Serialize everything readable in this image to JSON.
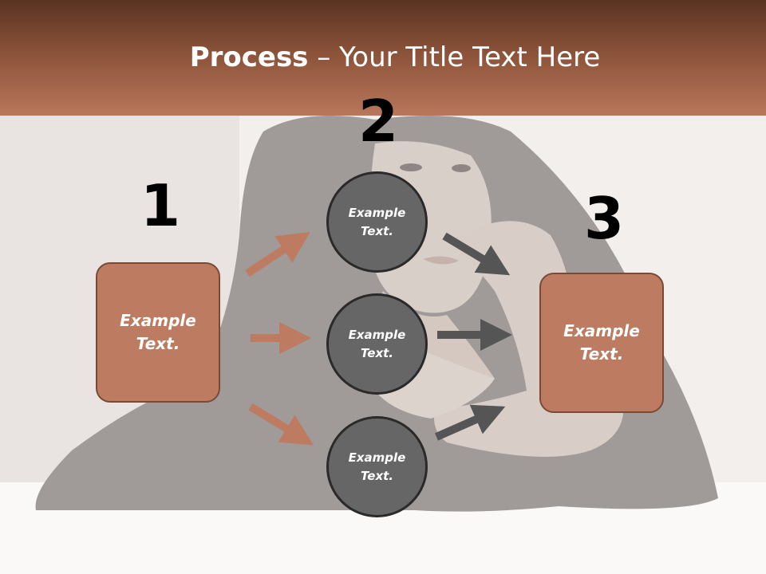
{
  "title": {
    "bold": "Process",
    "rest": " – Your Title Text Here"
  },
  "steps": [
    {
      "number": "1",
      "text": "Example\nText."
    },
    {
      "number": "2",
      "text": "Example\nText."
    },
    {
      "number": "3",
      "text": "Example\nText."
    }
  ],
  "circles": [
    {
      "text": "Example\nText."
    },
    {
      "text": "Example\nText."
    },
    {
      "text": "Example\nText."
    }
  ],
  "colors": {
    "accent": "#bd7c61",
    "header_dark": "#5a3322",
    "circle": "#666666",
    "arrow_dark": "#555555"
  }
}
